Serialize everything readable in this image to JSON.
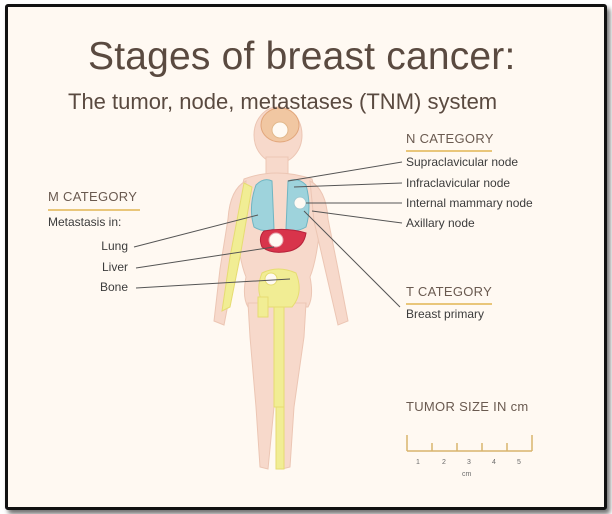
{
  "title": "Stages of breast cancer:",
  "subtitle": "The tumor, node, metastases (TNM) system",
  "m_category": {
    "heading": "M CATEGORY",
    "intro": "Metastasis in:",
    "items": [
      "Lung",
      "Liver",
      "Bone"
    ]
  },
  "n_category": {
    "heading": "N CATEGORY",
    "items": [
      "Supraclavicular node",
      "Infraclavicular node",
      "Internal mammary node",
      "Axillary node"
    ]
  },
  "t_category": {
    "heading": "T CATEGORY",
    "items": [
      "Breast primary"
    ]
  },
  "tumor_size": {
    "heading": "TUMOR SIZE IN cm",
    "ticks": [
      "1",
      "2",
      "3",
      "4",
      "5"
    ],
    "unit": "cm"
  },
  "colors": {
    "accent_rule": "#e9c67a",
    "lung": "#9ed3dc",
    "liver": "#d8344b",
    "bone": "#f1ed94",
    "body": "#f7d9cb"
  }
}
